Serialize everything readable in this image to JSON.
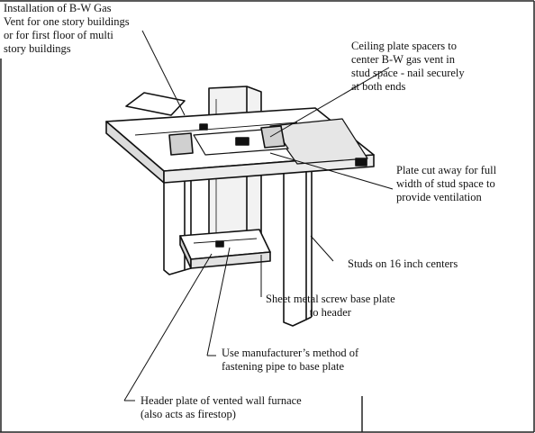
{
  "labels": {
    "install": [
      "Installation of B-W Gas",
      "Vent for one story buildings",
      "or for first floor of multi",
      "story buildings"
    ],
    "ceiling_spacers": [
      "Ceiling plate spacers to",
      "center B-W gas vent in",
      "stud space - nail securely",
      "at both ends"
    ],
    "plate_cut": [
      "Plate cut away for full",
      "width of stud space to",
      "provide ventilation"
    ],
    "studs": [
      "Studs on 16 inch centers"
    ],
    "screw_base": [
      "Sheet metal screw base plate",
      "to header"
    ],
    "manufacturer": [
      "Use manufacturer’s method of",
      "fastening pipe to base plate"
    ],
    "header_plate": [
      "Header plate of vented wall furnace",
      "(also acts as firestop)"
    ]
  }
}
